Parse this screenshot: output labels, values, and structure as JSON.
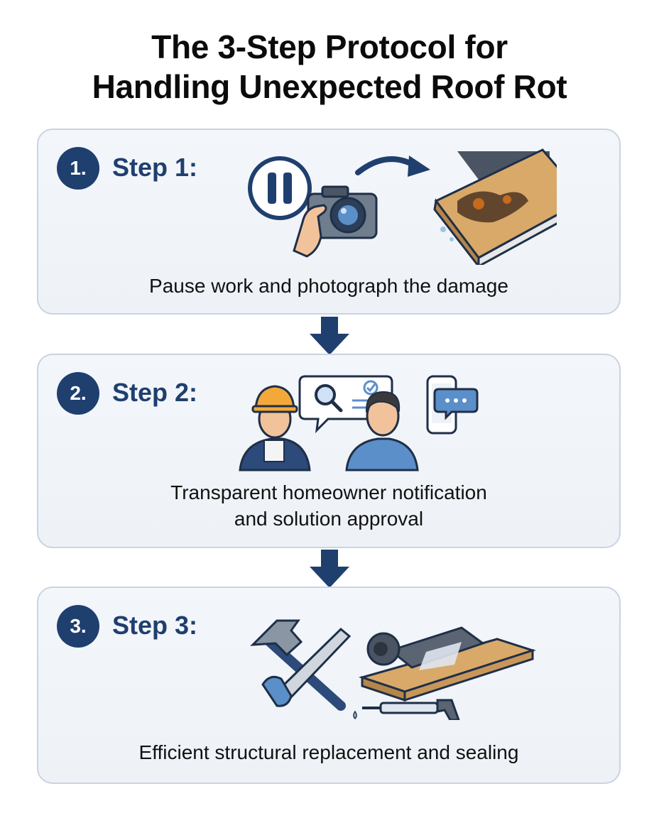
{
  "title": {
    "line1": "The 3-Step Protocol for",
    "line2": "Handling Unexpected Roof Rot"
  },
  "steps": [
    {
      "number": "1.",
      "label": "Step 1:",
      "description": "Pause work and photograph the damage"
    },
    {
      "number": "2.",
      "label": "Step 2:",
      "description_line1": "Transparent homeowner notification",
      "description_line2": "and solution approval"
    },
    {
      "number": "3.",
      "label": "Step 3:",
      "description": "Efficient structural replacement and sealing"
    }
  ],
  "colors": {
    "navy": "#1f3f6e",
    "card_bg": "#eef2f7",
    "card_border": "#c9d4e2",
    "wood": "#d9a96a",
    "skin": "#f2c39b",
    "shirt": "#5b8fc9"
  }
}
